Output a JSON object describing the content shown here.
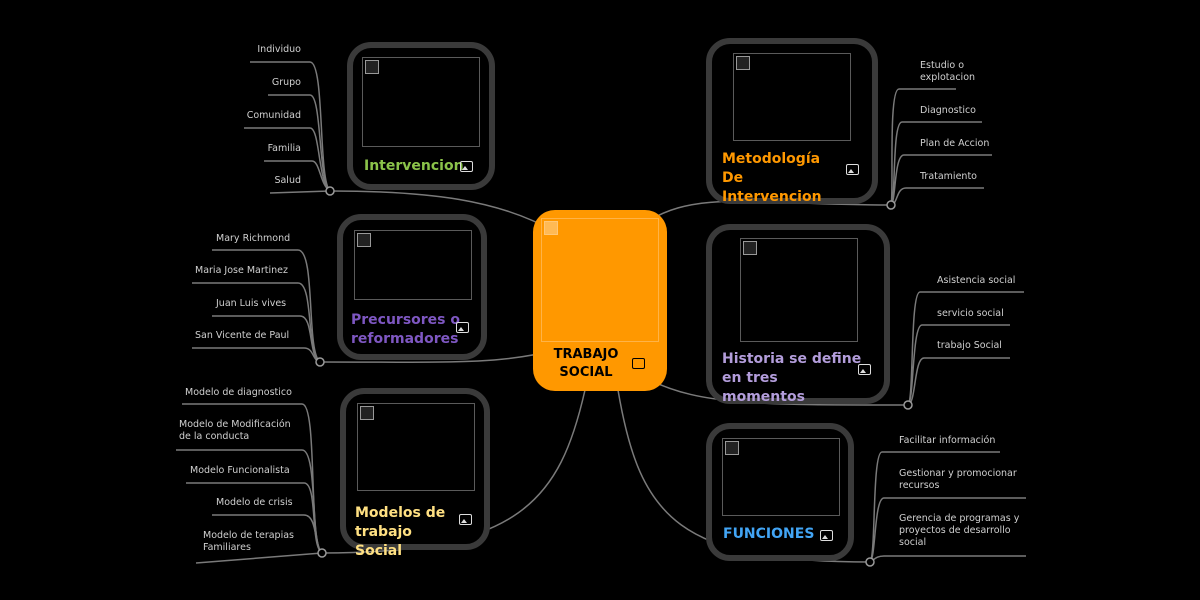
{
  "central": {
    "title": "TRABAJO SOCIAL"
  },
  "branches": {
    "intervencion": {
      "title": "Intervencion",
      "color": "#8bc34a",
      "leaves": [
        "Individuo",
        "Grupo",
        "Comunidad",
        "Familia",
        "Salud"
      ]
    },
    "precursores": {
      "title": "Precursores o reformadores",
      "color": "#7e57c2",
      "leaves": [
        "Mary Richmond",
        "Maria Jose Martinez",
        "Juan Luis vives",
        "San Vicente de Paul"
      ]
    },
    "modelos": {
      "title": "Modelos de trabajo Social",
      "color": "#ffe082",
      "leaves": [
        "Modelo de diagnostico",
        "Modelo de Modificación de la conducta",
        "Modelo Funcionalista",
        "Modelo de crisis",
        "Modelo de terapias Familiares"
      ]
    },
    "metodologia": {
      "title": "Metodología De Intervencion",
      "color": "#ff9800",
      "leaves": [
        "Estudio o explotacion",
        "Diagnostico",
        "Plan de Accion",
        "Tratamiento"
      ]
    },
    "historia": {
      "title": "Historia se define en tres momentos",
      "color": "#b39ddb",
      "leaves": [
        "Asistencia social",
        "servicio social",
        "trabajo Social"
      ]
    },
    "funciones": {
      "title": "FUNCIONES",
      "color": "#42a5f5",
      "leaves": [
        "Facilitar información",
        "Gestionar y promocionar recursos",
        "Gerencia de programas y proyectos de desarrollo social"
      ]
    }
  },
  "icons": {
    "image": "image-icon",
    "central_color": "#ff9800",
    "node_border": "#3a3a3a",
    "line": "#7a7a7a"
  }
}
